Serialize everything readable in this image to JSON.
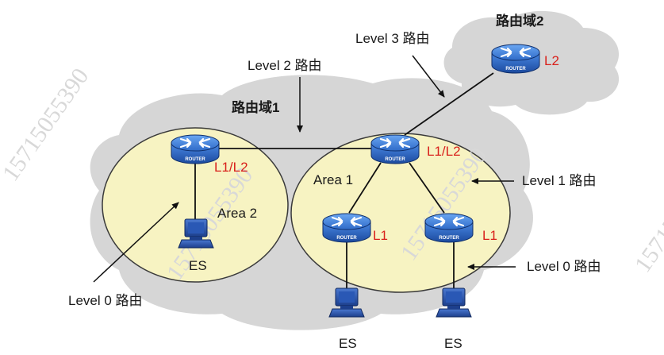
{
  "domains": {
    "domain1_label": "路由域1",
    "domain2_label": "路由域2"
  },
  "areas": {
    "area1_label": "Area 1",
    "area2_label": "Area 2"
  },
  "routers": [
    {
      "id": "r-area2",
      "level_label": "L1/L2",
      "icon_text": "ROUTER"
    },
    {
      "id": "r-area1-core",
      "level_label": "L1/L2",
      "icon_text": "ROUTER"
    },
    {
      "id": "r-area1-left",
      "level_label": "L1",
      "icon_text": "ROUTER"
    },
    {
      "id": "r-area1-right",
      "level_label": "L1",
      "icon_text": "ROUTER"
    },
    {
      "id": "r-domain2",
      "level_label": "L2",
      "icon_text": "ROUTER"
    }
  ],
  "end_systems": [
    {
      "id": "es-area2",
      "label": "ES"
    },
    {
      "id": "es-left",
      "label": "ES"
    },
    {
      "id": "es-right",
      "label": "ES"
    }
  ],
  "callouts": {
    "level3": "Level 3 路由",
    "level2": "Level 2 路由",
    "level1": "Level 1 路由",
    "level0_right": "Level 0 路由",
    "level0_left": "Level 0 路由"
  },
  "watermark": "15715055390",
  "colors": {
    "cloud": "#d6d6d6",
    "area_fill": "#f7f3c2",
    "area_stroke": "#3a3a3a",
    "router_dark": "#1f4fa8",
    "router_light": "#3f7fe0",
    "level_label": "#d9211c",
    "link": "#111111"
  }
}
